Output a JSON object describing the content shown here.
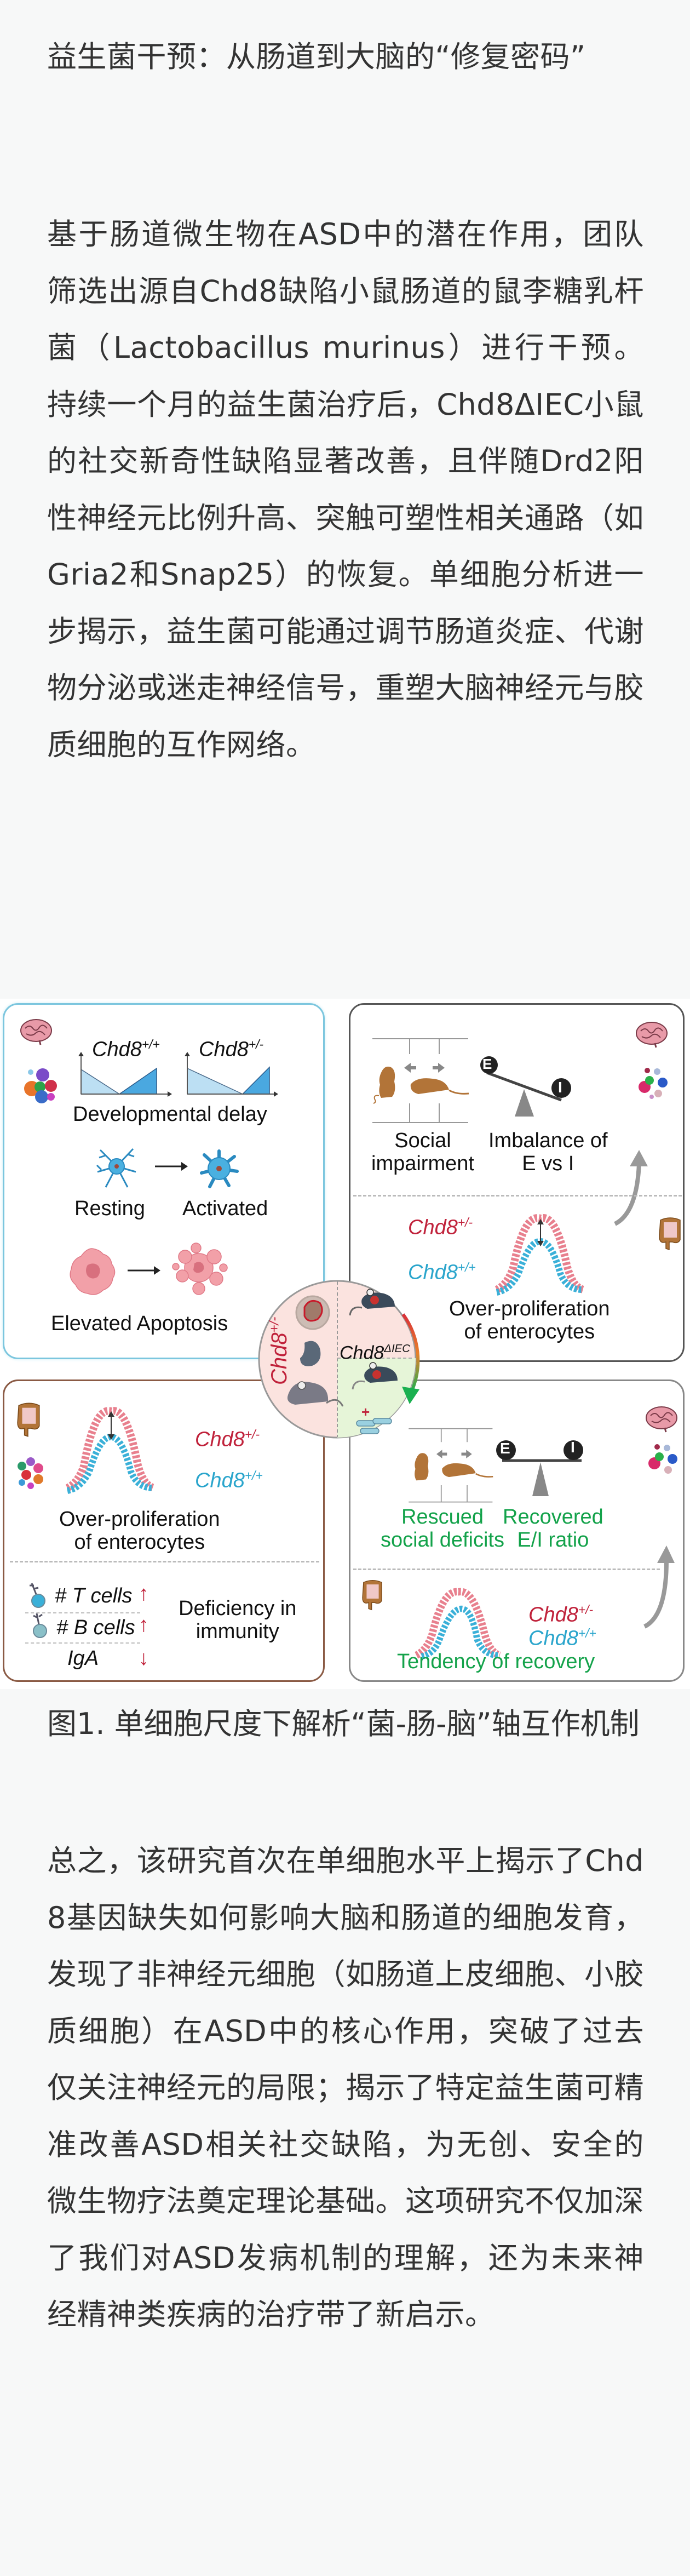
{
  "section_title": "益生菌干预：从肠道到大脑的“修复密码”",
  "paragraph_1": "基于肠道微生物在ASD中的潜在作用，团队筛选出源自Chd8缺陷小鼠肠道的鼠李糖乳杆菌（Lactobacillus murinus）进行干预。持续一个月的益生菌治疗后，Chd8ΔIEC小鼠的社交新奇性缺陷显著改善，且伴随Drd2阳性神经元比例升高、突触可塑性相关通路（如Gria2和Snap25）的恢复。单细胞分析进一步揭示，益生菌可能通过调节肠道炎症、代谢物分泌或迷走神经信号，重塑大脑神经元与胶质细胞的互作网络。",
  "figure": {
    "top_left": {
      "genotype_wt": "Chd8",
      "genotype_wt_sup": "+/+",
      "genotype_het": "Chd8",
      "genotype_het_sup": "+/-",
      "developmental_delay": "Developmental delay",
      "resting": "Resting",
      "activated": "Activated",
      "elevated_apoptosis": "Elevated Apoptosis"
    },
    "top_right": {
      "social_impairment_1": "Social",
      "social_impairment_2": "impairment",
      "imbalance_1": "Imbalance of",
      "imbalance_2": "E vs I",
      "e_label": "E",
      "i_label": "I",
      "het_label": "Chd8",
      "het_sup": "+/-",
      "wt_label": "Chd8",
      "wt_sup": "+/+",
      "overprolif_1": "Over-proliferation",
      "overprolif_2": "of enterocytes"
    },
    "center": {
      "left_label": "Chd8",
      "left_sup": "+/-",
      "right_label": "Chd8",
      "right_sup": "ΔIEC",
      "plus": "+"
    },
    "bottom_left": {
      "het_label": "Chd8",
      "het_sup": "+/-",
      "wt_label": "Chd8",
      "wt_sup": "+/+",
      "overprolif_1": "Over-proliferation",
      "overprolif_2": "of enterocytes",
      "t_cells": "# T cells",
      "b_cells": "# B cells",
      "iga": "IgA",
      "t_arrow": "↑",
      "b_arrow": "↑",
      "iga_arrow": "↓",
      "deficiency_1": "Deficiency in",
      "deficiency_2": "immunity"
    },
    "bottom_right": {
      "rescued_1": "Rescued",
      "rescued_2": "social deficits",
      "recovered_1": "Recovered",
      "recovered_2": "E/I ratio",
      "e_label": "E",
      "i_label": "I",
      "het_label": "Chd8",
      "het_sup": "+/-",
      "wt_label": "Chd8",
      "wt_sup": "+/+",
      "tendency": "Tendency of recovery"
    }
  },
  "figure_caption": "图1. 单细胞尺度下解析“菌-肠-脑”轴互作机制",
  "paragraph_2": "总之，该研究首次在单细胞水平上揭示了Chd8基因缺失如何影响大脑和肠道的细胞发育，发现了非神经元细胞（如肠道上皮细胞、小胶质细胞）在ASD中的核心作用，突破了过去仅关注神经元的局限；揭示了特定益生菌可精准改善ASD相关社交缺陷，为无创、安全的微生物疗法奠定理论基础。这项研究不仅加深了我们对ASD发病机制的理解，还为未来神经精神类疾病的治疗带了新启示。",
  "colors": {
    "text": "#333333",
    "background": "#f7f8f8",
    "red_label": "#c0223b",
    "blue_label": "#2aa5cc",
    "green_label": "#13a24a"
  }
}
